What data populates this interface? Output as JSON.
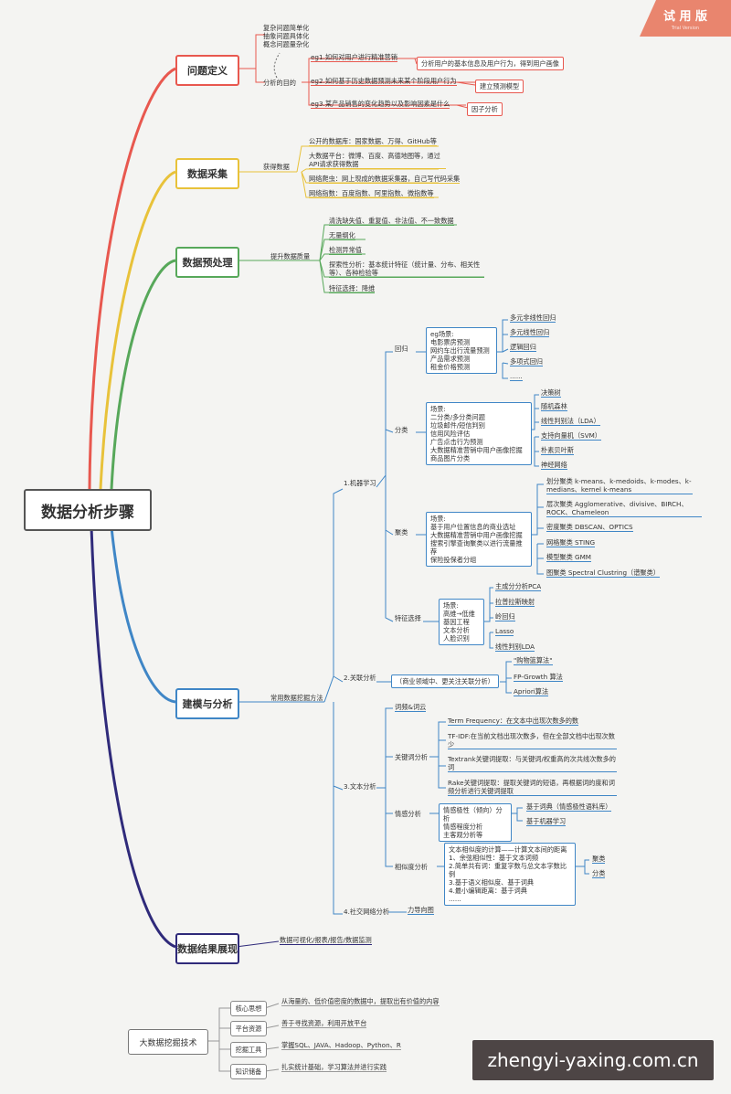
{
  "badge": {
    "label": "试 用 版",
    "sub": "Trial Version"
  },
  "watermark": "zhengyi-yaxing.com.cn",
  "root": "数据分析步骤",
  "colors": {
    "problem": "#e8584f",
    "collect": "#e8c23a",
    "prep": "#57a85a",
    "model": "#3f86c6",
    "show": "#2f2a7a"
  },
  "problem": {
    "title": "问题定义",
    "notes": [
      "复杂问题简单化",
      "抽象问题具体化",
      "概念问题量杂化"
    ],
    "purpose": "分析的目的",
    "eg1": "eg1.如何对用户进行精准营销",
    "eg1_r": "分析用户的基本信息及用户行为，得到用户画像",
    "eg2": "eg2.如何基于历史数据预测未来某个阶段用户行为",
    "eg2_r": "建立预测模型",
    "eg3": "eg3.某产品销售的变化趋势以及影响因素是什么",
    "eg3_r": "因子分析"
  },
  "collect": {
    "title": "数据采集",
    "mid": "获得数据",
    "items": [
      "公开的数据库：国家数据、万得、GitHub等",
      "大数据平台：微博、百度、高德地图等，通过API请求获得数据",
      "网络爬虫：网上现成的数据采集器，自己写代码采集",
      "网络指数：百度指数、阿里指数、微指数等"
    ]
  },
  "prep": {
    "title": "数据预处理",
    "mid": "提升数据质量",
    "items": [
      "清洗缺失值、重复值、非法值、不一致数据",
      "无量纲化",
      "检测异常值",
      "探索性分析：基本统计特征（统计量、分布、相关性等）、各种检验等",
      "特征选择：降维"
    ]
  },
  "model": {
    "title": "建模与分析",
    "mid": "常用数据挖掘方法",
    "ml": "1.机器学习",
    "reg": {
      "label": "回归",
      "scene": "eg场景:\n电影票房预测\n网约车出行流量预测\n产品需求预测\n租金价格预测",
      "items": [
        "多元非线性回归",
        "多元线性回归",
        "逻辑回归",
        "多项式回归",
        "......"
      ]
    },
    "cls": {
      "label": "分类",
      "scene": "场景:\n二分类/多分类问题\n垃圾邮件/短信判别\n信用风险评估\n广告点击行为预测\n大数据精准营销中用户画像挖掘\n商品图片分类",
      "items": [
        "决策树",
        "随机森林",
        "线性判别法（LDA）",
        "支持向量机（SVM）",
        "朴素贝叶斯",
        "神经网络"
      ]
    },
    "clu": {
      "label": "聚类",
      "scene": "场景:\n基于用户位置信息的商业选址\n大数据精准营销中用户画像挖掘\n搜索引擎查询聚类以进行流量推荐\n保险投保者分组",
      "items": [
        "划分聚类 k-means、k-medoids、k-modes、k-medians、kernel k-means",
        "层次聚类 Agglomerative、divisive、BIRCH、ROCK、Chameleon",
        "密度聚类 DBSCAN、OPTICS",
        "网格聚类 STING",
        "模型聚类 GMM",
        "图聚类 Spectral Clustring（谱聚类）"
      ]
    },
    "fs": {
      "label": "特征选择",
      "scene": "场景:\n高维→低维\n基因工程\n文本分析\n人脸识别",
      "items": [
        "主成分分析PCA",
        "拉普拉斯映射",
        "岭回归",
        "Lasso",
        "线性判别LDA"
      ]
    },
    "assoc": {
      "label": "2.关联分析",
      "scene": "（商业领域中、更关注关联分析）",
      "items": [
        "\"购物篮算法\"",
        "FP-Growth 算法",
        "Apriori算法"
      ]
    },
    "text": {
      "label": "3.文本分析",
      "cloud": "词频&词云",
      "kw": "关键词分析",
      "kw_items": [
        "Term Frequency：在文本中出现次数多的数",
        "TF-IDF:在当前文档出现次数多，但在全部文档中出现次数少",
        "Textrank关键词提取：与关键词/权重高的次共线次数多的词",
        "Rake关键词提取：提取关键词的短语，再根据词的度和词频分析进行关键词提取"
      ],
      "sent": "情感分析",
      "sent_box": "情感极性（倾向）分析\n情感程度分析\n主客观分析等",
      "sent_items": [
        "基于词典（情感极性语料库）",
        "基于机器学习"
      ],
      "sim": "相似度分析",
      "sim_box": "文本相似度的计算——计算文本间的距离\n1、余弦相似性：基于文本词频\n2.简单共有词：重复字数与总文本字数比例\n3.基于语义相似度、基于词典\n4.最小编辑距离：基于词典\n......",
      "sim_items": [
        "聚类",
        "分类"
      ]
    },
    "sna": {
      "label": "4.社交网络分析",
      "right": "力导向图"
    }
  },
  "show": {
    "title": "数据结果展现",
    "mid": "数据可视化/报表/报告/数据监测"
  },
  "tech": {
    "title": "大数据挖掘技术",
    "items": [
      {
        "label": "核心思想",
        "text": "从海量的、低价值密度的数据中，提取出有价值的内容"
      },
      {
        "label": "平台资源",
        "text": "善于寻找资源，利用开放平台"
      },
      {
        "label": "挖掘工具",
        "text": "掌握SQL、JAVA、Hadoop、Python、R"
      },
      {
        "label": "知识储备",
        "text": "扎实统计基础，学习算法并进行实践"
      }
    ]
  }
}
